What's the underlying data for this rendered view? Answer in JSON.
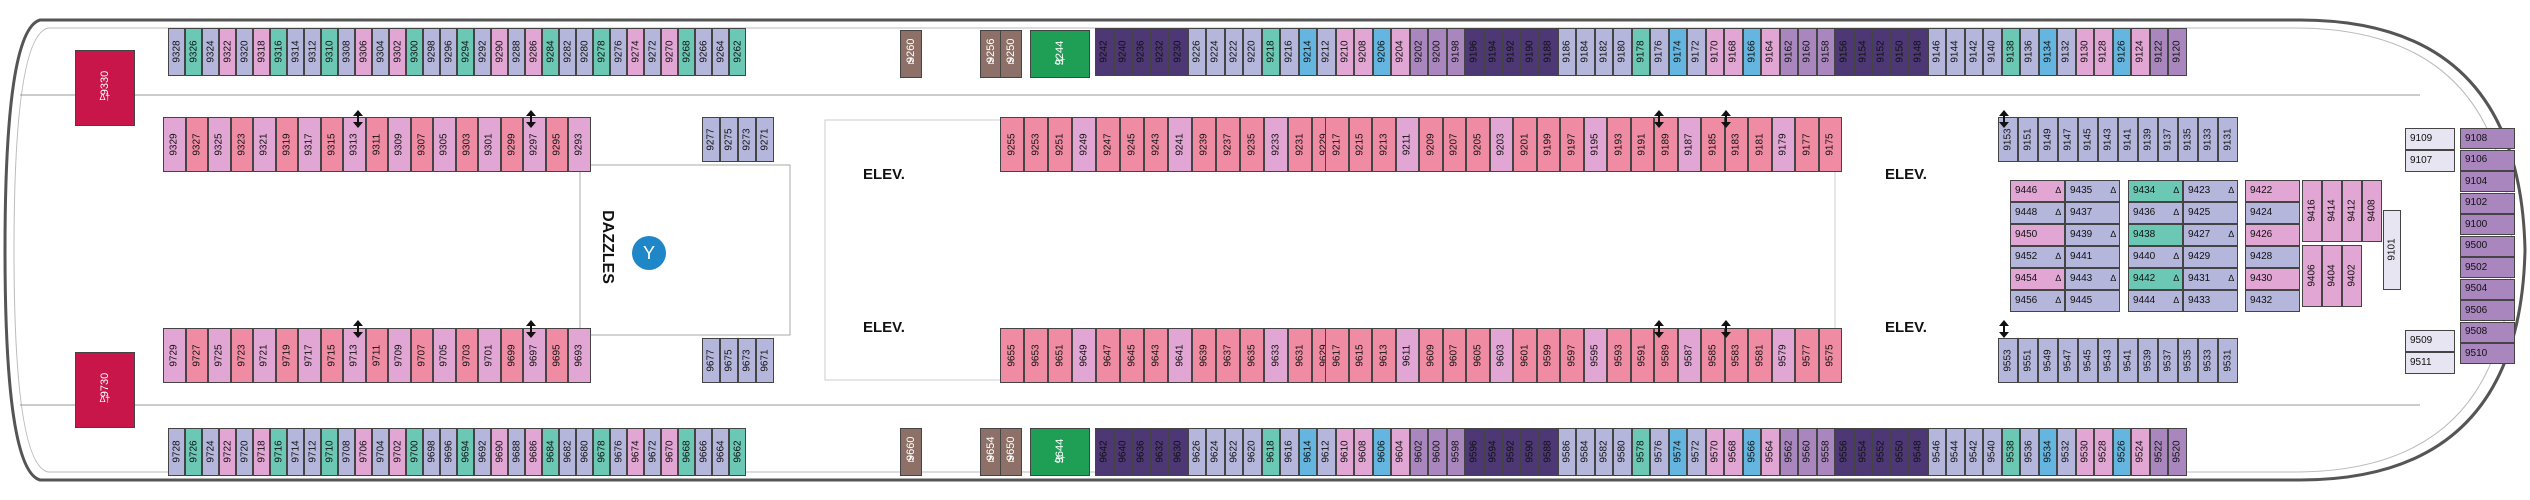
{
  "colors": {
    "interior": "#b5b6dc",
    "ocean": "#e1a6d3",
    "balcony": "#ef8ca3",
    "accessible": "#6bc8b4",
    "blue": "#64b6e0",
    "gray": "#e6e5f1",
    "suite_purple": "#4d3775",
    "suite_brown": "#8d7168",
    "suite_green": "#1f9f55",
    "suite_red": "#c8164b",
    "lilac": "#a986be"
  },
  "labels": {
    "dazzles": "DAZZLES",
    "elev": "ELEV."
  },
  "suites": [
    {
      "id": "9330",
      "sym": "∆†",
      "kind": "red"
    },
    {
      "id": "9730",
      "sym": "∆†",
      "kind": "red"
    },
    {
      "id": "9260",
      "sym": "∆",
      "kind": "brown"
    },
    {
      "id": "9256",
      "sym": "∆",
      "kind": "brown"
    },
    {
      "id": "9250",
      "sym": "∆",
      "kind": "brown"
    },
    {
      "id": "9660",
      "sym": "∆",
      "kind": "brown"
    },
    {
      "id": "9654",
      "sym": "∆",
      "kind": "brown"
    },
    {
      "id": "9650",
      "sym": "∆",
      "kind": "brown"
    },
    {
      "id": "9244",
      "sym": "∆†",
      "kind": "green"
    },
    {
      "id": "9644",
      "sym": "∆†",
      "kind": "green"
    }
  ],
  "rows": {
    "top_outer_a": [
      "9328",
      "9326",
      "9324",
      "9322",
      "9320",
      "9318",
      "9316",
      "9314",
      "9312",
      "9310",
      "9308",
      "9306",
      "9304",
      "9302",
      "9300",
      "9298",
      "9296",
      "9294",
      "9292",
      "9290",
      "9288",
      "9286",
      "9284",
      "9282",
      "9280",
      "9278",
      "9276",
      "9274",
      "9272",
      "9270",
      "9268",
      "9266",
      "9264",
      "9262"
    ],
    "top_outer_b": [
      "9242",
      "9240",
      "9236",
      "9232",
      "9230",
      "9226",
      "9224",
      "9222",
      "9220",
      "9218",
      "9216",
      "9214",
      "9212",
      "9210",
      "9208",
      "9206",
      "9204",
      "9202",
      "9200",
      "9198",
      "9196",
      "9194",
      "9192",
      "9190",
      "9188",
      "9186",
      "9184",
      "9182",
      "9180",
      "9178",
      "9176",
      "9174",
      "9172",
      "9170",
      "9168",
      "9166",
      "9164",
      "9162",
      "9160",
      "9158",
      "9156",
      "9154",
      "9152",
      "9150",
      "9148",
      "9146",
      "9144",
      "9142",
      "9140",
      "9138",
      "9136",
      "9134",
      "9132",
      "9130",
      "9128",
      "9126",
      "9124",
      "9122",
      "9120"
    ],
    "top_inner_a": [
      "9329",
      "9327",
      "9325",
      "9323",
      "9321",
      "9319",
      "9317",
      "9315",
      "9313",
      "9311",
      "9309",
      "9307",
      "9305",
      "9303",
      "9301",
      "9299",
      "9297",
      "9295",
      "9293"
    ],
    "top_inner_b": [
      "9277",
      "9275",
      "9273",
      "9271"
    ],
    "top_inner_c": [
      "9255",
      "9253",
      "9251",
      "9249",
      "9247",
      "9245",
      "9243",
      "9241",
      "9239",
      "9237",
      "9235",
      "9233",
      "9231",
      "9229"
    ],
    "top_inner_d": [
      "9217",
      "9215",
      "9213",
      "9211",
      "9209",
      "9207",
      "9205",
      "9203",
      "9201",
      "9199",
      "9197",
      "9195",
      "9193",
      "9191",
      "9189",
      "9187",
      "9185",
      "9183",
      "9181",
      "9179",
      "9177",
      "9175"
    ],
    "top_inner_e": [
      "9153",
      "9151",
      "9149",
      "9147",
      "9145",
      "9143",
      "9141",
      "9139",
      "9137",
      "9135",
      "9133",
      "9131"
    ],
    "bot_outer_a": [
      "9728",
      "9726",
      "9724",
      "9722",
      "9720",
      "9718",
      "9716",
      "9714",
      "9712",
      "9710",
      "9708",
      "9706",
      "9704",
      "9702",
      "9700",
      "9698",
      "9696",
      "9694",
      "9692",
      "9690",
      "9688",
      "9686",
      "9684",
      "9682",
      "9680",
      "9678",
      "9676",
      "9674",
      "9672",
      "9670",
      "9668",
      "9666",
      "9664",
      "9662"
    ],
    "bot_outer_b": [
      "9642",
      "9640",
      "9636",
      "9632",
      "9630",
      "9626",
      "9624",
      "9622",
      "9620",
      "9618",
      "9616",
      "9614",
      "9612",
      "9610",
      "9608",
      "9606",
      "9604",
      "9602",
      "9600",
      "9598",
      "9596",
      "9594",
      "9592",
      "9590",
      "9588",
      "9586",
      "9584",
      "9582",
      "9580",
      "9578",
      "9576",
      "9574",
      "9572",
      "9570",
      "9568",
      "9566",
      "9564",
      "9562",
      "9560",
      "9558",
      "9556",
      "9554",
      "9552",
      "9550",
      "9548",
      "9546",
      "9544",
      "9542",
      "9540",
      "9538",
      "9536",
      "9534",
      "9532",
      "9530",
      "9528",
      "9526",
      "9524",
      "9522",
      "9520"
    ],
    "bot_inner_a": [
      "9729",
      "9727",
      "9725",
      "9723",
      "9721",
      "9719",
      "9717",
      "9715",
      "9713",
      "9711",
      "9709",
      "9707",
      "9705",
      "9703",
      "9701",
      "9699",
      "9697",
      "9695",
      "9693"
    ],
    "bot_inner_b": [
      "9677",
      "9675",
      "9673",
      "9671"
    ],
    "bot_inner_c": [
      "9655",
      "9653",
      "9651",
      "9649",
      "9647",
      "9645",
      "9643",
      "9641",
      "9639",
      "9637",
      "9635",
      "9633",
      "9631",
      "9629"
    ],
    "bot_inner_d": [
      "9617",
      "9615",
      "9613",
      "9611",
      "9609",
      "9607",
      "9605",
      "9603",
      "9601",
      "9599",
      "9597",
      "9595",
      "9593",
      "9591",
      "9589",
      "9587",
      "9585",
      "9583",
      "9581",
      "9579",
      "9577",
      "9575"
    ],
    "bot_inner_e": [
      "9553",
      "9551",
      "9549",
      "9547",
      "9545",
      "9543",
      "9541",
      "9539",
      "9537",
      "9535",
      "9533",
      "9531"
    ]
  },
  "center_block": {
    "col_a": [
      [
        "9446",
        "∆"
      ],
      [
        "9448",
        "∆"
      ],
      [
        "9450",
        ""
      ],
      [
        "9452",
        "∆"
      ],
      [
        "9454",
        "∆"
      ],
      [
        "9456",
        "∆"
      ]
    ],
    "col_b": [
      [
        "9435",
        "∆"
      ],
      [
        "9437",
        ""
      ],
      [
        "9439",
        "∆"
      ],
      [
        "9441",
        ""
      ],
      [
        "9443",
        "∆"
      ],
      [
        "9445",
        ""
      ]
    ],
    "col_c": [
      [
        "9434",
        "∆"
      ],
      [
        "9436",
        "∆"
      ],
      [
        "9438",
        ""
      ],
      [
        "9440",
        "∆"
      ],
      [
        "9442",
        "∆"
      ],
      [
        "9444",
        "∆"
      ]
    ],
    "col_d": [
      [
        "9423",
        "∆"
      ],
      [
        "9425",
        ""
      ],
      [
        "9427",
        "∆"
      ],
      [
        "9429",
        ""
      ],
      [
        "9431",
        "∆"
      ],
      [
        "9433",
        ""
      ]
    ],
    "col_e": [
      [
        "9422",
        ""
      ],
      [
        "9424",
        ""
      ],
      [
        "9426",
        ""
      ],
      [
        "9428",
        ""
      ],
      [
        "9430",
        ""
      ],
      [
        "9432",
        ""
      ]
    ],
    "col_f": [
      "9416",
      "9414",
      "9412",
      "9408",
      "9406",
      "9404",
      "9402"
    ],
    "col_g": [
      "9101"
    ]
  },
  "bow_block": {
    "left": [
      "9109",
      "9107",
      "9509",
      "9511"
    ],
    "right": [
      "9108",
      "9106",
      "9104",
      "9102",
      "9100",
      "9500",
      "9502",
      "9504",
      "9506",
      "9508",
      "9510"
    ]
  }
}
